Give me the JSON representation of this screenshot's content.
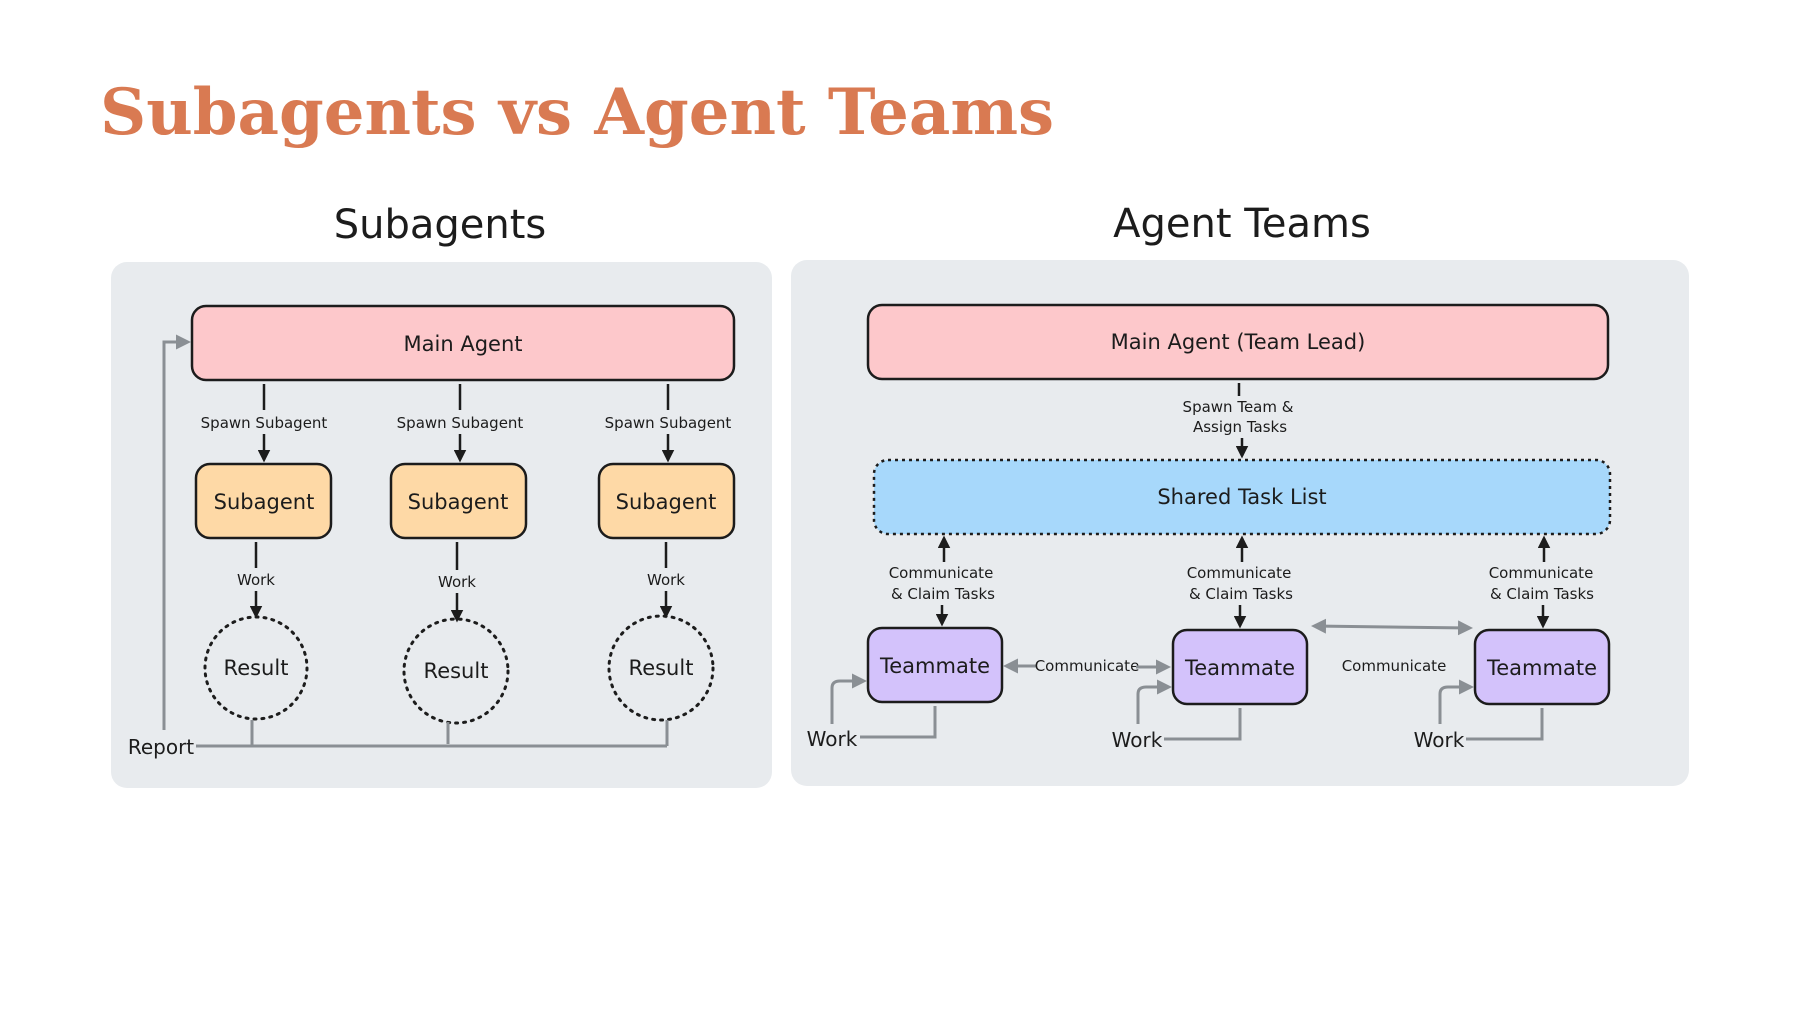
{
  "title": "Subagents vs Agent Teams",
  "subagents": {
    "heading": "Subagents",
    "main_agent": "Main Agent",
    "spawn_label": "Spawn Subagent",
    "subagent_label": "Subagent",
    "work_label": "Work",
    "result_label": "Result",
    "report_label": "Report"
  },
  "agent_teams": {
    "heading": "Agent Teams",
    "main_agent": "Main Agent (Team Lead)",
    "spawn_line1": "Spawn Team &",
    "spawn_line2": "Assign Tasks",
    "task_list": "Shared Task List",
    "claim_line1": "Communicate",
    "claim_line2": "& Claim Tasks",
    "teammate_label": "Teammate",
    "communicate_label": "Communicate",
    "work_label": "Work"
  },
  "colors": {
    "title": "#d97a52",
    "panel": "#e8ebee",
    "main_agent": "#fdc8cb",
    "subagent": "#fed9a6",
    "task_list": "#a7d8fb",
    "teammate": "#d3c2fb",
    "grey_arrow": "#8a8f94",
    "dark_arrow": "#1c1c1c"
  }
}
